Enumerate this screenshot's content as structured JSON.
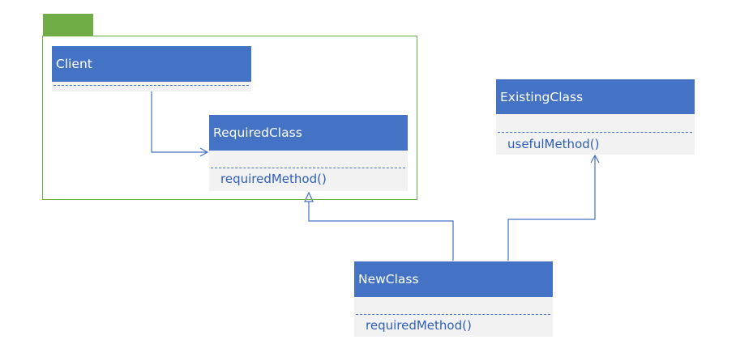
{
  "colors": {
    "package_border": "#70ad47",
    "class_header": "#4472c4",
    "class_body": "#f2f2f2",
    "connector": "#4472c4",
    "method_text": "#2e5fb6"
  },
  "classes": {
    "client": {
      "name": "Client",
      "methods": []
    },
    "required": {
      "name": "RequiredClass",
      "methods": [
        "requiredMethod()"
      ]
    },
    "existing": {
      "name": "ExistingClass",
      "methods": [
        "usefulMethod()"
      ]
    },
    "new": {
      "name": "NewClass",
      "methods": [
        "requiredMethod()"
      ]
    }
  },
  "relationships": [
    {
      "from": "Client",
      "to": "RequiredClass",
      "kind": "association"
    },
    {
      "from": "NewClass",
      "to": "RequiredClass",
      "kind": "generalization"
    },
    {
      "from": "NewClass",
      "to": "ExistingClass",
      "kind": "association"
    }
  ]
}
